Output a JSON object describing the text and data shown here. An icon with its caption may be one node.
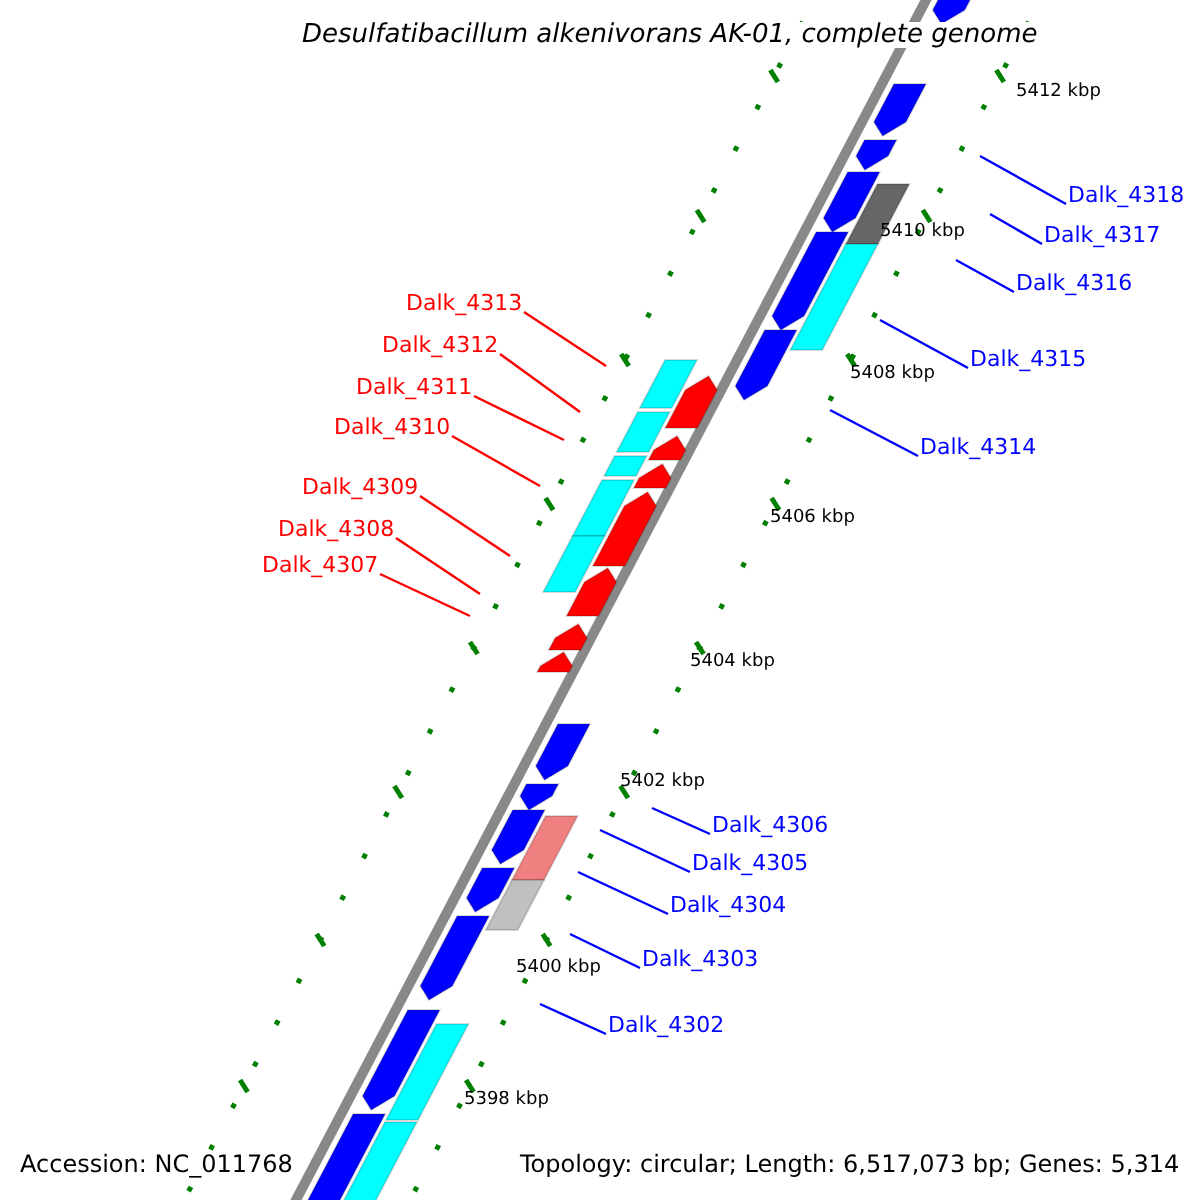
{
  "diagram": {
    "title": "Desulfatibacillum alkenivorans AK-01, complete genome",
    "nodes": [
      {
        "text": [
          "Dalk_4318"
        ]
      },
      {
        "text": [
          "Dalk_4317"
        ]
      },
      {
        "text": [
          "Dalk_4316"
        ]
      },
      {
        "text": [
          "Dalk_4313"
        ]
      },
      {
        "text": [
          "Dalk_4312"
        ]
      },
      {
        "text": [
          "Dalk_4315"
        ]
      },
      {
        "text": [
          "Dalk_4311"
        ]
      },
      {
        "text": [
          "Dalk_4310"
        ]
      },
      {
        "text": [
          "Dalk_4314"
        ]
      },
      {
        "text": [
          "Dalk_4309"
        ]
      },
      {
        "text": [
          "Dalk_4308"
        ]
      },
      {
        "text": [
          "Dalk_4307"
        ]
      },
      {
        "text": [
          "Dalk_4306"
        ]
      },
      {
        "text": [
          "Dalk_4305"
        ]
      },
      {
        "text": [
          "Dalk_4304"
        ]
      },
      {
        "text": [
          "Dalk_4303"
        ]
      },
      {
        "text": [
          "Dalk_4302"
        ]
      }
    ],
    "edges": [
      {
        "from": 0,
        "to": null,
        "arrow": "none"
      },
      {
        "from": 1,
        "to": null,
        "arrow": "none"
      },
      {
        "from": 2,
        "to": null,
        "arrow": "none"
      },
      {
        "from": 3,
        "to": null,
        "arrow": "none",
        "color": "#ff0000"
      },
      {
        "from": 4,
        "to": null,
        "arrow": "none",
        "color": "#ff0000"
      },
      {
        "from": 5,
        "to": null,
        "arrow": "none"
      },
      {
        "from": 6,
        "to": null,
        "arrow": "none",
        "color": "#ff0000"
      },
      {
        "from": 7,
        "to": null,
        "arrow": "none",
        "color": "#ff0000"
      },
      {
        "from": 8,
        "to": null,
        "arrow": "none"
      },
      {
        "from": 9,
        "to": null,
        "arrow": "none",
        "color": "#ff0000"
      },
      {
        "from": 10,
        "to": null,
        "arrow": "none",
        "color": "#ff0000"
      },
      {
        "from": 11,
        "to": null,
        "arrow": "none",
        "color": "#ff0000"
      },
      {
        "from": 12,
        "to": null,
        "arrow": "none"
      },
      {
        "from": 13,
        "to": null,
        "arrow": "none"
      },
      {
        "from": 14,
        "to": null,
        "arrow": "none"
      },
      {
        "from": 15,
        "to": null,
        "arrow": "none"
      },
      {
        "from": 16,
        "to": null,
        "arrow": "none"
      }
    ],
    "labels": [
      "5412 kbp",
      "5410 kbp",
      "5408 kbp",
      "5406 kbp",
      "5404 kbp",
      "5402 kbp",
      "5400 kbp",
      "5398 kbp",
      "Accession: NC_011768",
      "Topology: circular; Length: 6,517,073 bp; Genes: 5,314"
    ]
  }
}
